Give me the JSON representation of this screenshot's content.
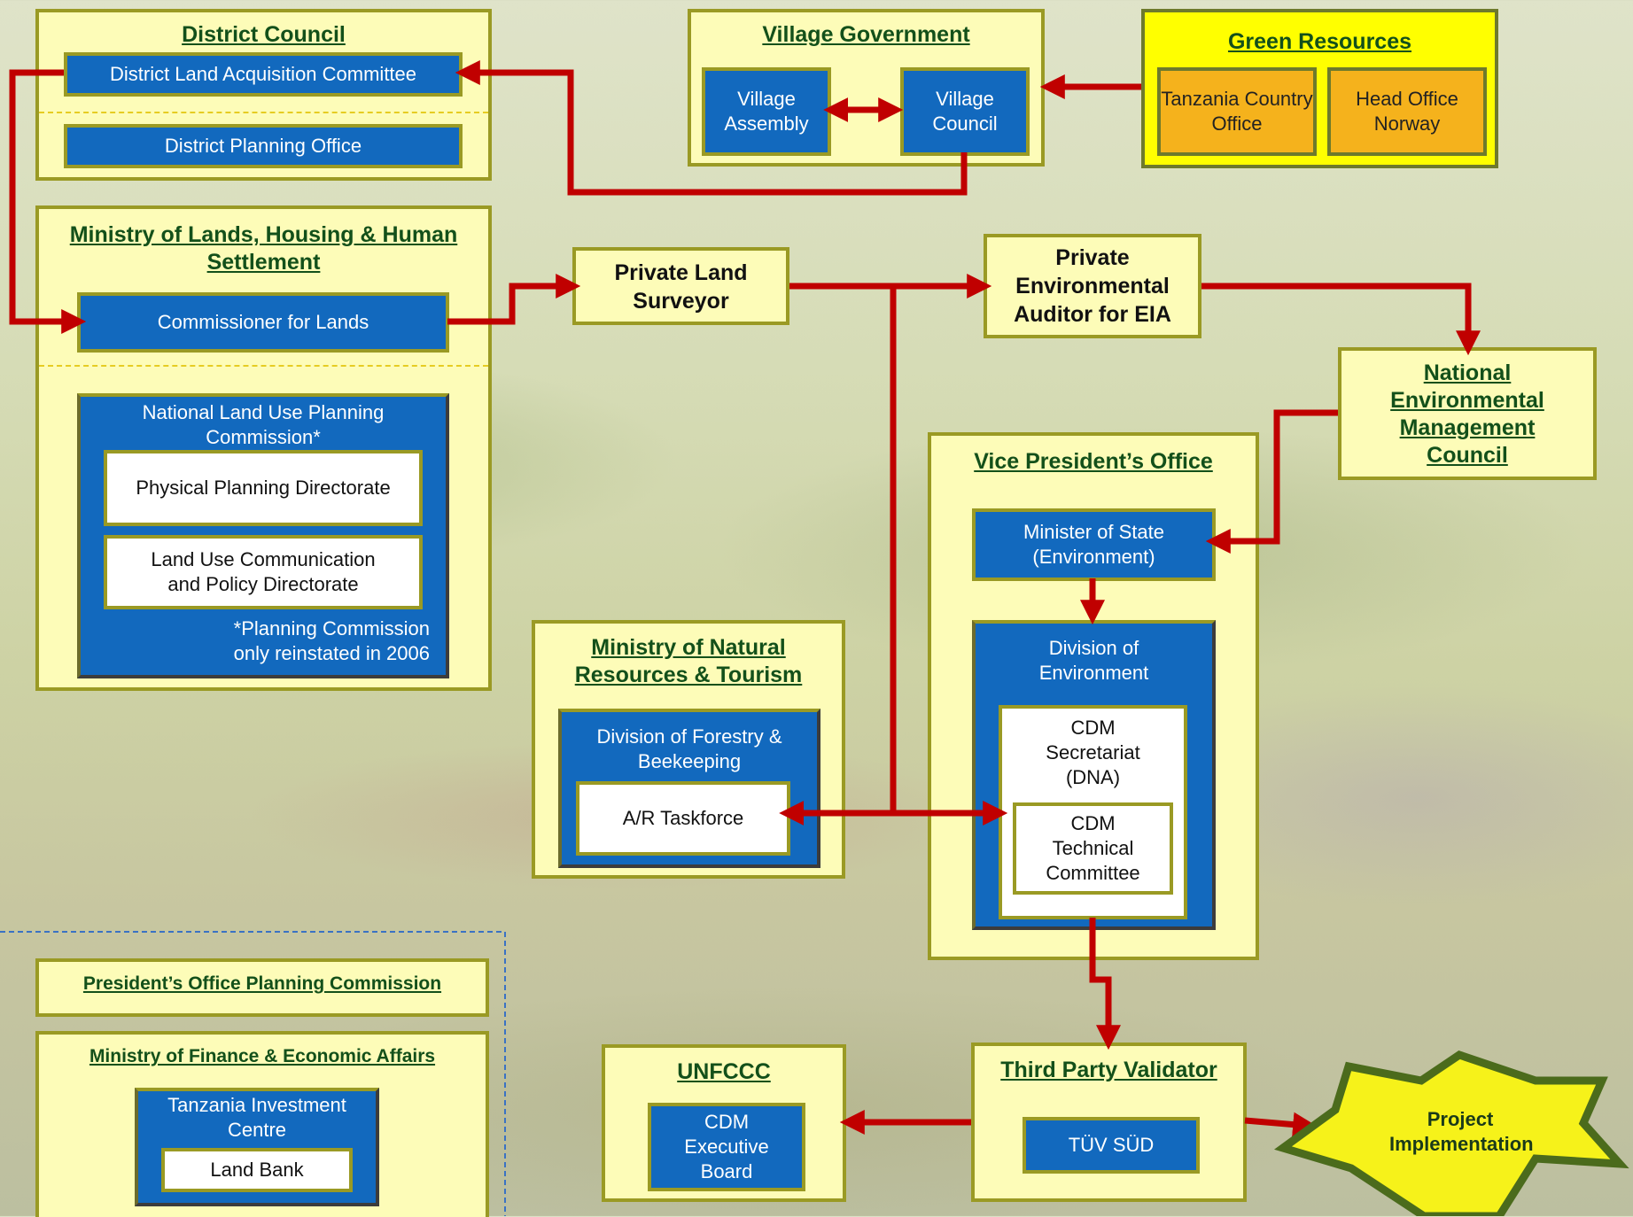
{
  "district_council": {
    "title": "District Council",
    "acquisition": "District Land Acquisition Committee",
    "planning": "District Planning Office"
  },
  "village_government": {
    "title": "Village Government",
    "assembly": "Village Assembly",
    "council": "Village Council"
  },
  "green_resources": {
    "title": "Green Resources",
    "tanzania": "Tanzania Country Office",
    "norway": "Head Office Norway"
  },
  "ministry_lands": {
    "title": "Ministry of Lands, Housing & Human Settlement",
    "commissioner": "Commissioner for Lands",
    "nlupc": "National Land Use Planning Commission*",
    "physical": "Physical Planning Directorate",
    "landuse": "Land Use Communication and Policy Directorate",
    "footnote": "*Planning Commission only reinstated in 2006"
  },
  "private_surveyor": "Private Land Surveyor",
  "private_auditor": "Private Environmental Auditor for EIA",
  "nemc": "National Environmental Management Council",
  "vpo": {
    "title": "Vice President’s Office",
    "minister": "Minister of State (Environment)",
    "division": "Division of Environment",
    "cdm_secretariat": "CDM Secretariat (DNA)",
    "cdm_technical": "CDM Technical Committee"
  },
  "mnrt": {
    "title": "Ministry of Natural Resources & Tourism",
    "forestry": "Division of Forestry & Beekeeping",
    "taskforce": "A/R Taskforce"
  },
  "planning_commission": "President’s Office Planning Commission",
  "finance": {
    "title": "Ministry of Finance & Economic Affairs",
    "tic": "Tanzania Investment Centre",
    "land_bank": "Land Bank"
  },
  "unfccc": {
    "title": "UNFCCC",
    "board": "CDM Executive Board"
  },
  "validator": {
    "title": "Third Party Validator",
    "tuv": "TÜV SÜD"
  },
  "project": "Project Implementation",
  "colors": {
    "arrow": "#c00000",
    "box_fill": "#fdfcb8",
    "blue": "#1269be",
    "orange": "#f5b21c",
    "green_resources_fill": "#ffff00"
  }
}
